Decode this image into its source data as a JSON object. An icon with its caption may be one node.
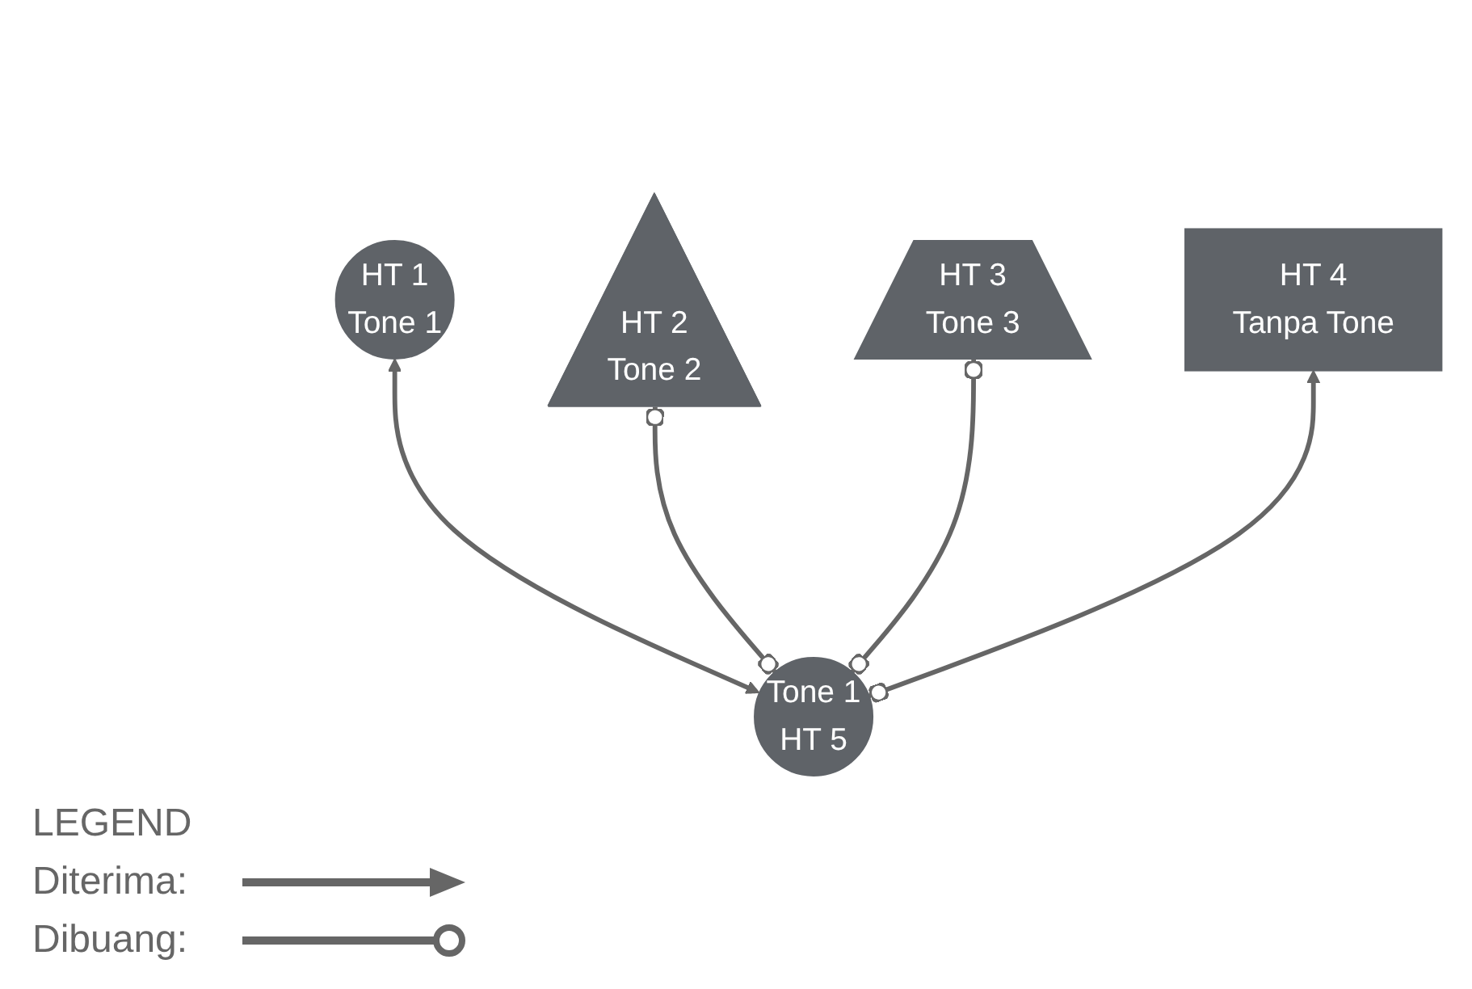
{
  "diagram": {
    "nodes": [
      {
        "text": [
          "HT 1",
          "Tone 1"
        ]
      },
      {
        "text": [
          "HT 2",
          "Tone 2"
        ]
      },
      {
        "text": [
          "HT 3",
          "Tone 3"
        ]
      },
      {
        "text": [
          "HT 4",
          "Tanpa Tone"
        ]
      },
      {
        "text": [
          "Tone 1",
          "HT 5"
        ]
      }
    ],
    "edges": [
      {
        "from": 4,
        "to": 0,
        "arrow": "both"
      },
      {
        "from": 4,
        "to": 1,
        "arrow": "other"
      },
      {
        "from": 4,
        "to": 2,
        "arrow": "other"
      },
      {
        "from": 4,
        "to": 3,
        "arrow": "to"
      }
    ],
    "labels": [
      "LEGEND"
    ],
    "legend": [
      {
        "text": "Diterima:"
      },
      {
        "text": "Dibuang:"
      }
    ]
  }
}
